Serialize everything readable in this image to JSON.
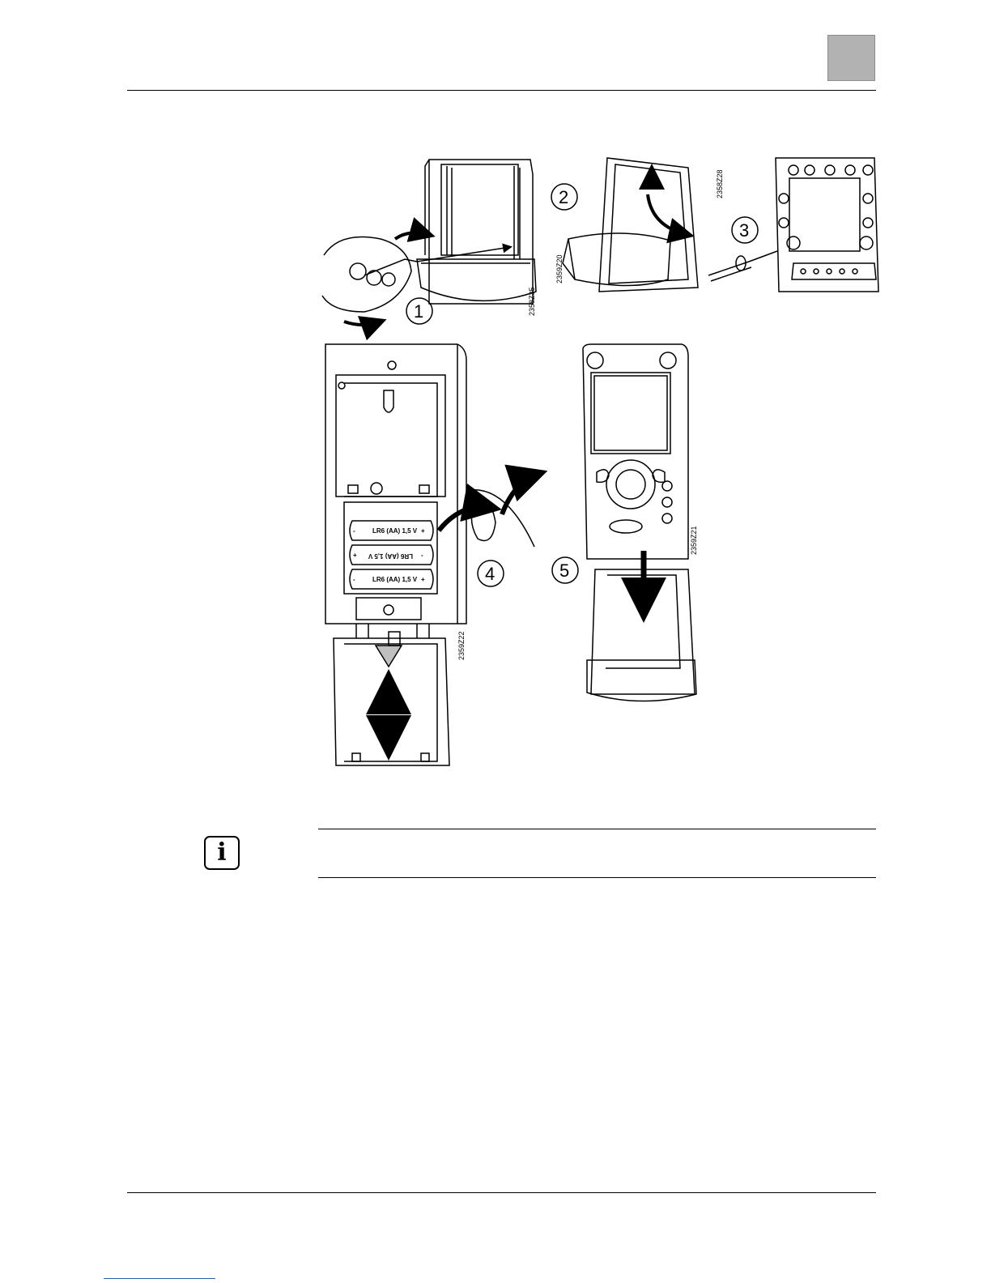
{
  "figure": {
    "steps": [
      "1",
      "2",
      "3",
      "4",
      "5"
    ],
    "drawing_codes": [
      "2358Z35",
      "2359Z20",
      "2358Z28",
      "2359Z22",
      "2359Z21"
    ],
    "battery_labels": [
      "LR6 (AA) 1,5 V",
      "LR6 (AA) 1,5 V",
      "LR6 (AA) 1,5 V"
    ],
    "battery_polarity": {
      "plus": "+",
      "minus": "-"
    }
  },
  "note": {
    "icon": "information-icon",
    "icon_glyph": "i"
  },
  "colors": {
    "chapter_tab": "#b2b2b2",
    "footnote_rule": "#2a5db0"
  }
}
